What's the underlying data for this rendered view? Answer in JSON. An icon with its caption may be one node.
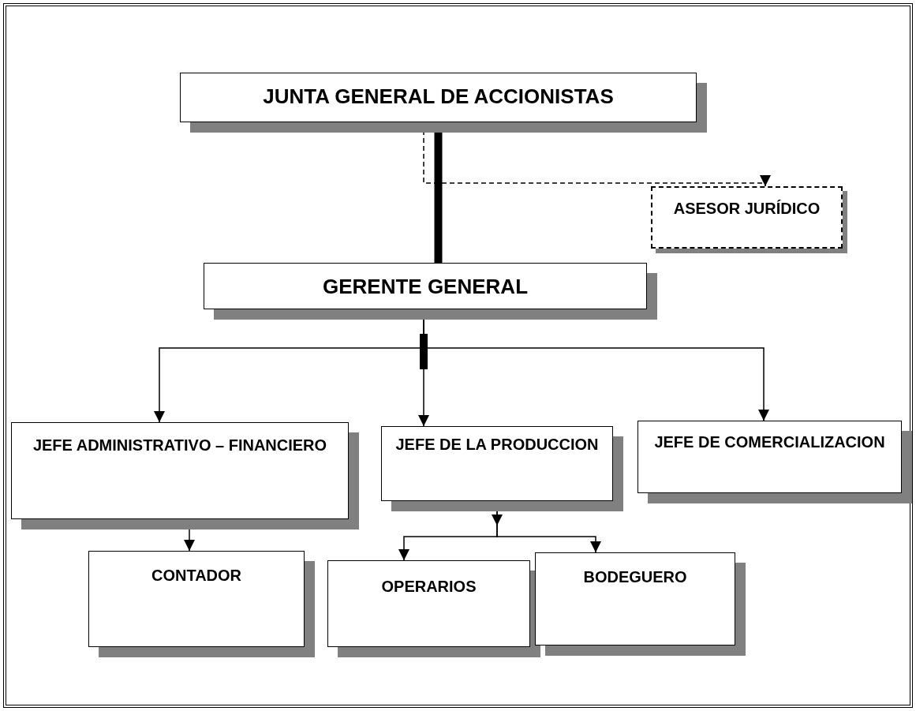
{
  "diagram": {
    "nodes": [
      {
        "text": [
          "JUNTA GENERAL DE ACCIONISTAS"
        ]
      },
      {
        "text": [
          "ASESOR JURÍDICO"
        ]
      },
      {
        "text": [
          "GERENTE GENERAL"
        ]
      },
      {
        "text": [
          "JEFE ADMINISTRATIVO – FINANCIERO"
        ]
      },
      {
        "text": [
          "JEFE DE LA PRODUCCION"
        ]
      },
      {
        "text": [
          "JEFE DE COMERCIALIZACION"
        ]
      },
      {
        "text": [
          "CONTADOR"
        ]
      },
      {
        "text": [
          "OPERARIOS"
        ]
      },
      {
        "text": [
          "BODEGUERO"
        ]
      }
    ],
    "edges": [
      {
        "from": 0,
        "to": 2,
        "arrow": "none",
        "style": "thick"
      },
      {
        "from": 0,
        "to": 1,
        "arrow": "to",
        "style": "dashed"
      },
      {
        "from": 2,
        "to": 3,
        "arrow": "to"
      },
      {
        "from": 2,
        "to": 4,
        "arrow": "to"
      },
      {
        "from": 2,
        "to": 5,
        "arrow": "to"
      },
      {
        "from": 3,
        "to": 6,
        "arrow": "to"
      },
      {
        "from": 4,
        "to": 7,
        "arrow": "to"
      },
      {
        "from": 4,
        "to": 8,
        "arrow": "to"
      }
    ]
  }
}
